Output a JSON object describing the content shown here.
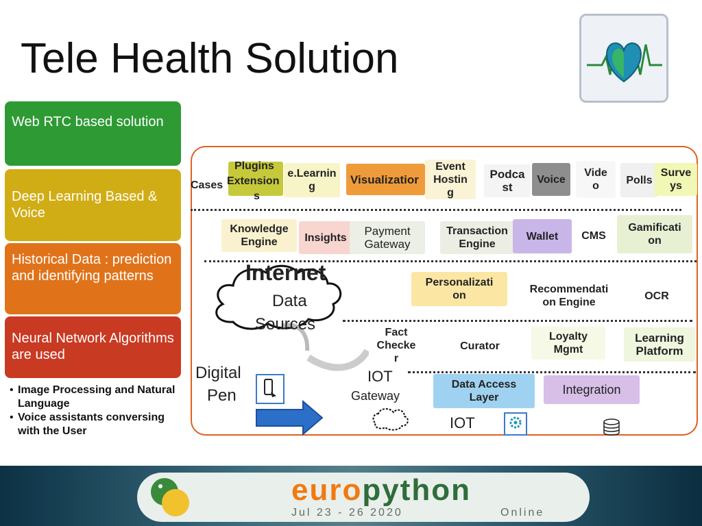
{
  "title": "Tele Health Solution",
  "left_boxes": [
    {
      "text": "Web RTC based solution",
      "color": "#2e9a34"
    },
    {
      "text": "Deep Learning Based & Voice",
      "color": "#d1ad15"
    },
    {
      "text": "Historical Data : prediction and identifying patterns",
      "color": "#e0731a"
    },
    {
      "text": "Neural Network Algorithms are used",
      "color": "#c93a22"
    }
  ],
  "bullets": [
    "Image Processing and Natural Language",
    "Voice assistants conversing with the User"
  ],
  "tiles": {
    "cases": "Cases",
    "plugins": "Plugins",
    "extension": "Extension",
    "elearning_a": "e.Learnin",
    "elearning_b": "g",
    "s": "s",
    "visualization": "Visualizatior",
    "event": "Event",
    "hosting_a": "Hostin",
    "hosting_b": "g",
    "podcast_a": "Podca",
    "podcast_b": "st",
    "voice": "Voice",
    "video_a": "Vide",
    "video_b": "o",
    "polls": "Polls",
    "surveys_a": "Surve",
    "surveys_b": "ys",
    "knowledge_a": "Knowledge",
    "knowledge_b": "Engine",
    "insights": "Insights",
    "payment_a": "Payment",
    "payment_b": "Gateway",
    "transaction_a": "Transaction",
    "transaction_b": "Engine",
    "wallet": "Wallet",
    "cms": "CMS",
    "gamification_a": "Gamificati",
    "gamification_b": "on",
    "internet": "Internet",
    "data": "Data",
    "sources": "Sources",
    "personalization_a": "Personalizati",
    "personalization_b": "on",
    "recommendation_a": "Recommendati",
    "recommendation_b": "on Engine",
    "ocr": "OCR",
    "fact_a": "Fact",
    "fact_b": "Checke",
    "fact_c": "r",
    "curator": "Curator",
    "loyalty_a": "Loyalty",
    "loyalty_b": "Mgmt",
    "learning_a": "Learning",
    "learning_b": "Platform",
    "digital": "Digital",
    "pen": "Pen",
    "iot1": "IOT",
    "gateway": "Gateway",
    "dal_a": "Data Access",
    "dal_b": "Layer",
    "integration": "Integration",
    "iot2": "IOT"
  },
  "banner": {
    "euro": "euro",
    "python": "python",
    "dates": "Jul 23 - 26 2020",
    "online": "Online"
  }
}
